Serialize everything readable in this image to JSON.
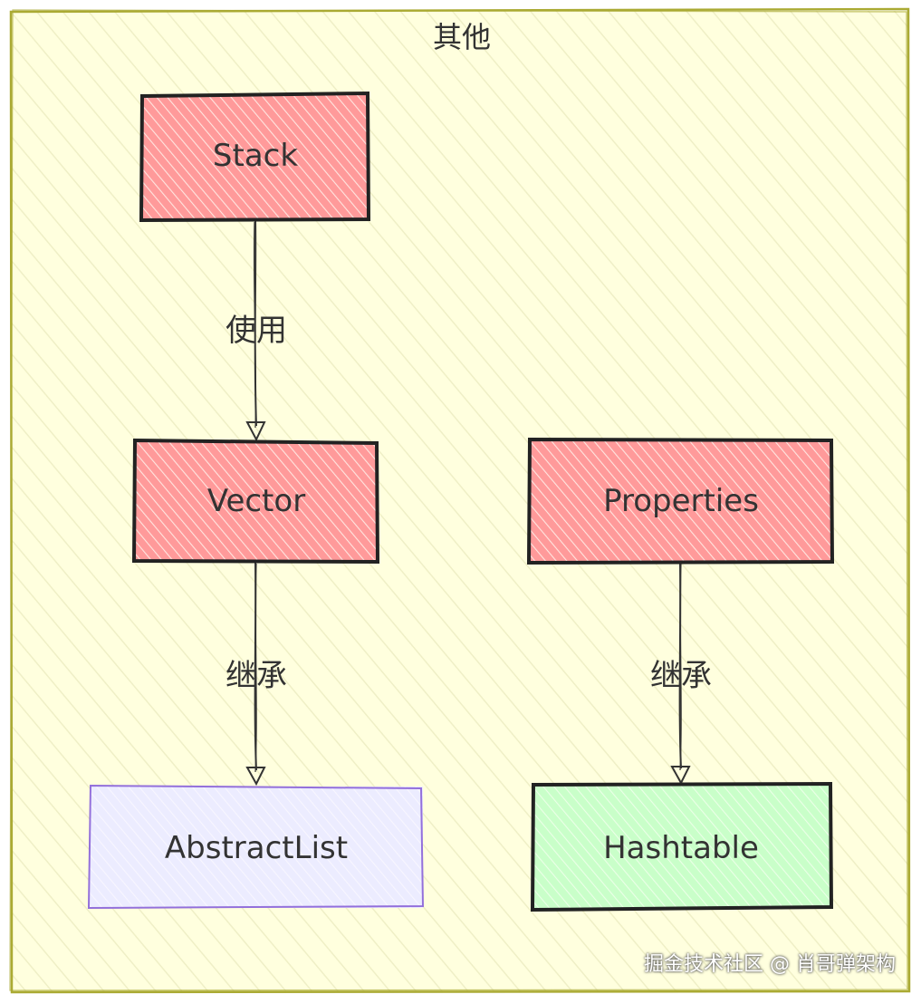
{
  "diagram": {
    "group_title": "其他",
    "nodes": {
      "stack": {
        "label": "Stack",
        "fill": "#ff9a9a",
        "stroke": "#222222"
      },
      "vector": {
        "label": "Vector",
        "fill": "#ff9a9a",
        "stroke": "#222222"
      },
      "properties": {
        "label": "Properties",
        "fill": "#ff9a9a",
        "stroke": "#222222"
      },
      "abstractlist": {
        "label": "AbstractList",
        "fill": "#ececff",
        "stroke": "#9370db"
      },
      "hashtable": {
        "label": "Hashtable",
        "fill": "#c9ffc9",
        "stroke": "#222222"
      }
    },
    "edges": [
      {
        "from": "Stack",
        "to": "Vector",
        "label": "使用"
      },
      {
        "from": "Vector",
        "to": "AbstractList",
        "label": "继承"
      },
      {
        "from": "Properties",
        "to": "Hashtable",
        "label": "继承"
      }
    ],
    "colors": {
      "background": "#ffffde",
      "group_border": "#aaaa33",
      "edge": "#333333"
    }
  },
  "watermark": "掘金技术社区 @ 肖哥弹架构"
}
